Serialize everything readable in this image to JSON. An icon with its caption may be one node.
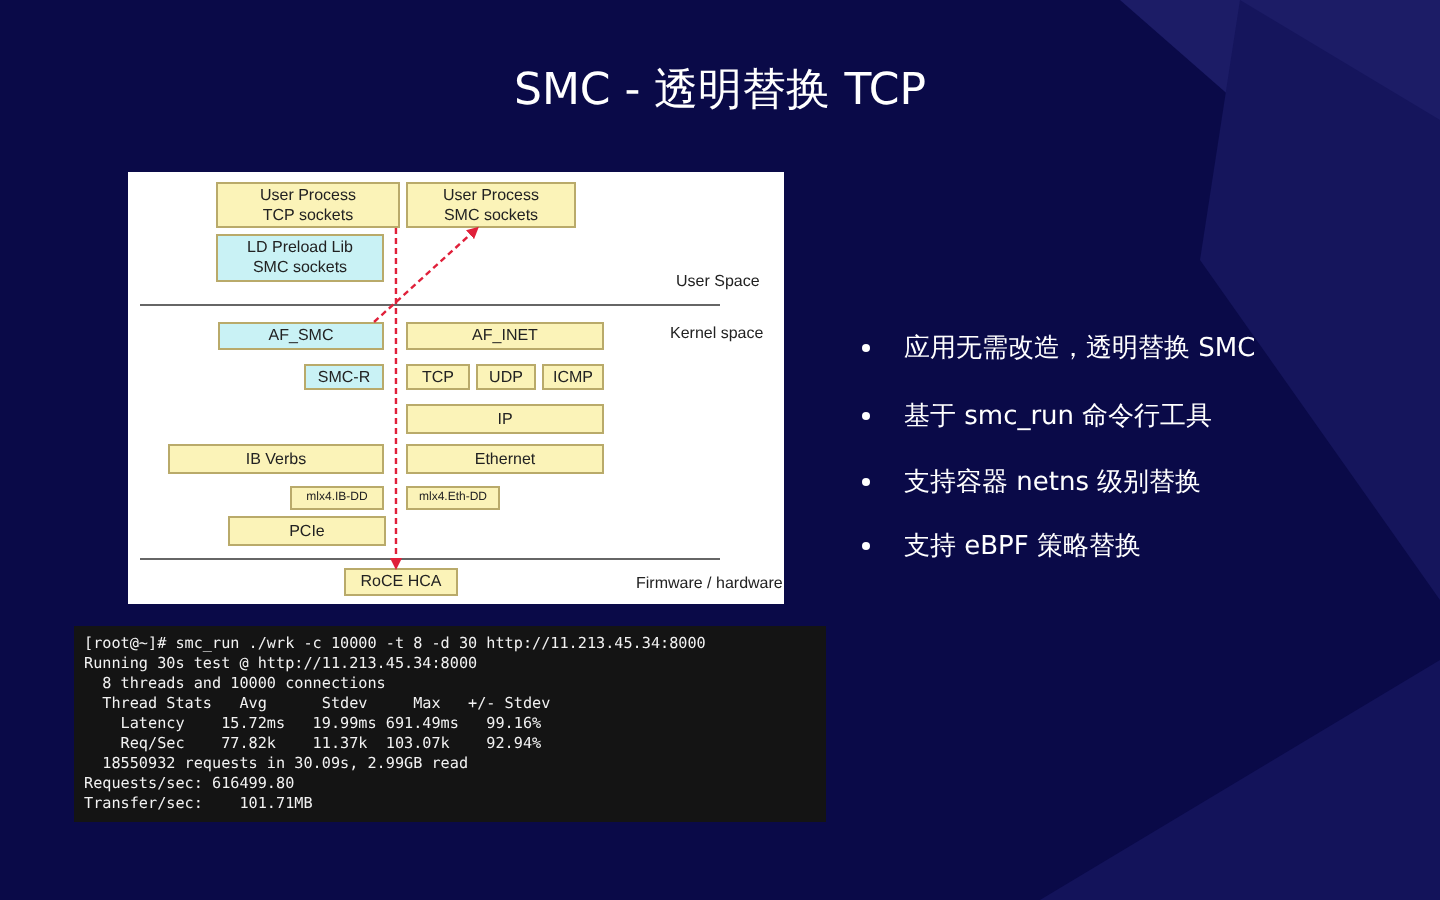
{
  "diagram": {
    "title": "SMC - 透明替换 TCP",
    "nodes": [
      {
        "text": [
          "User Process TCP sockets"
        ]
      },
      {
        "text": [
          "User Process SMC sockets"
        ]
      },
      {
        "text": [
          "LD Preload Lib SMC sockets"
        ]
      },
      {
        "text": [
          "AF_SMC"
        ]
      },
      {
        "text": [
          "AF_INET"
        ]
      },
      {
        "text": [
          "SMC-R"
        ]
      },
      {
        "text": [
          "TCP"
        ]
      },
      {
        "text": [
          "UDP"
        ]
      },
      {
        "text": [
          "ICMP"
        ]
      },
      {
        "text": [
          "IP"
        ]
      },
      {
        "text": [
          "IB Verbs"
        ]
      },
      {
        "text": [
          "Ethernet"
        ]
      },
      {
        "text": [
          "mlx4.IB-DD"
        ]
      },
      {
        "text": [
          "mlx4.Eth-DD"
        ]
      },
      {
        "text": [
          "PCIe"
        ]
      },
      {
        "text": [
          "RoCE HCA"
        ]
      }
    ],
    "edges": [
      {
        "from": 0,
        "to": 15,
        "arrow": "to",
        "style": "dashed"
      },
      {
        "from": 3,
        "to": 1,
        "arrow": "to",
        "style": "dashed"
      }
    ],
    "labels": [
      "User Space",
      "Kernel space",
      "Firmware / hardware",
      "应用无需改造，透明替换 SMC",
      "基于 smc_run 命令行工具",
      "支持容器 netns 级别替换",
      "支持 eBPF 策略替换",
      "[root@~]# smc_run ./wrk -c 10000 -t 8 -d 30 http://11.213.45.34:8000",
      "Running 30s test @ http://11.213.45.34:8000",
      "  8 threads and 10000 connections",
      "  Thread Stats   Avg      Stdev     Max   +/- Stdev",
      "    Latency    15.72ms   19.99ms 691.49ms   99.16%",
      "    Req/Sec    77.82k    11.37k  103.07k    92.94%",
      "  18550932 requests in 30.09s, 2.99GB read",
      "Requests/sec: 616499.80",
      "Transfer/sec:    101.71MB"
    ]
  }
}
